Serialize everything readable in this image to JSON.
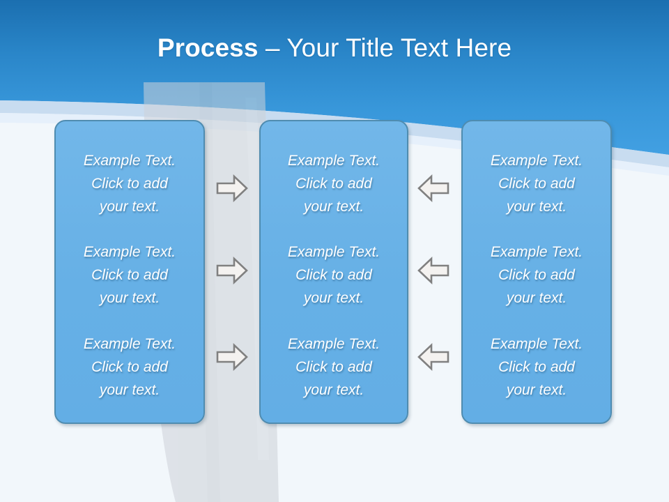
{
  "slide": {
    "title": {
      "bold_part": "Process",
      "rest_part": " – Your Title Text Here",
      "full": "Process – Your Title Text Here"
    },
    "colors": {
      "header_top": "#1f76b8",
      "header_bottom": "#3b9ade",
      "wave_band": "#c4d9ef",
      "body_background": "#f2f7fb",
      "box_fill": "#69b3e7",
      "box_border": "#4f8cb0",
      "box_text": "#ffffff",
      "arrow_fill": "#f4f2f0",
      "arrow_stroke": "#808080",
      "watermark": "#d2d7dc"
    },
    "columns": [
      {
        "name": "column-1",
        "cells": [
          {
            "text": "Example Text.\nClick  to add\nyour text."
          },
          {
            "text": "Example Text.\nClick  to add\nyour text."
          },
          {
            "text": "Example Text.\nClick  to add\nyour text."
          }
        ]
      },
      {
        "name": "column-2",
        "cells": [
          {
            "text": "Example Text.\nClick  to add\nyour text."
          },
          {
            "text": "Example Text.\nClick  to add\nyour text."
          },
          {
            "text": "Example Text.\nClick  to add\nyour text."
          }
        ]
      },
      {
        "name": "column-3",
        "cells": [
          {
            "text": "Example Text.\nClick  to add\nyour text."
          },
          {
            "text": "Example Text.\nClick  to add\nyour text."
          },
          {
            "text": "Example Text.\nClick  to add\nyour text."
          }
        ]
      }
    ],
    "connectors": {
      "right_arrows": [
        {
          "icon": "arrow-right-icon"
        },
        {
          "icon": "arrow-right-icon"
        },
        {
          "icon": "arrow-right-icon"
        }
      ],
      "left_arrows": [
        {
          "icon": "arrow-left-icon"
        },
        {
          "icon": "arrow-left-icon"
        },
        {
          "icon": "arrow-left-icon"
        }
      ]
    }
  }
}
